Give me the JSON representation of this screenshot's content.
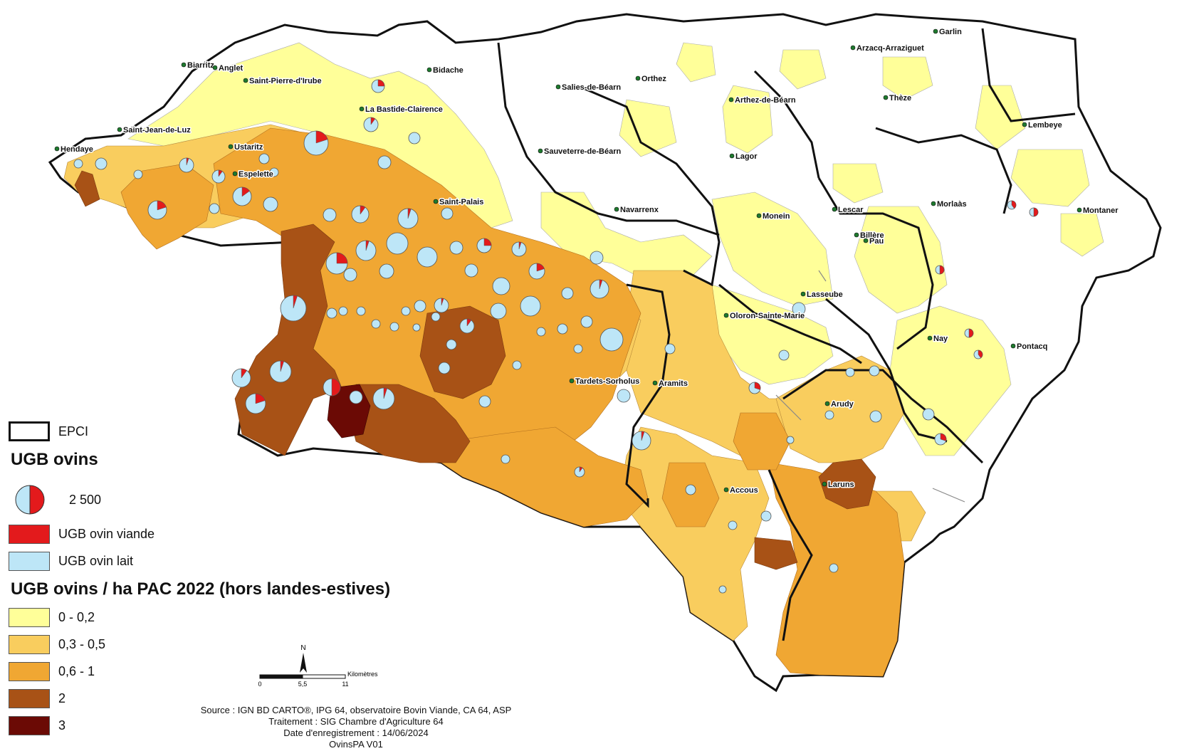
{
  "legend": {
    "epci_label": "EPCI",
    "ugb_title": "UGB ovins",
    "pie_value": "2 500",
    "viande_label": "UGB ovin viande",
    "lait_label": "UGB ovin lait",
    "density_title": "UGB ovins / ha PAC 2022 (hors landes-estives)",
    "classes": [
      {
        "label": "0 - 0,2",
        "color": "#ffff99"
      },
      {
        "label": "0,3 - 0,5",
        "color": "#f9cd5e"
      },
      {
        "label": "0,6 - 1",
        "color": "#f0a733"
      },
      {
        "label": "2",
        "color": "#a85216"
      },
      {
        "label": "3",
        "color": "#6b0a05"
      }
    ],
    "colors": {
      "viande": "#e31a1c",
      "lait": "#bde6f7"
    }
  },
  "scalebar": {
    "ticks": [
      "0",
      "5,5",
      "11"
    ],
    "unit": "Kilomètres",
    "north": "N"
  },
  "source": {
    "line1": "Source : IGN BD CARTO®, IPG 64, observatoire Bovin Viande, CA 64, ASP",
    "line2": "Traitement : SIG Chambre d'Agriculture 64",
    "line3": "Date d'enregistrement : 14/06/2024",
    "line4": "OvinsPA  V01"
  },
  "towns": [
    "Biarritz",
    "Anglet",
    "Bidache",
    "Saint-Pierre-d'Irube",
    "La Bastide-Clairence",
    "Saint-Jean-de-Luz",
    "Ustaritz",
    "Hendaye",
    "Espelette",
    "Saint-Palais",
    "Salies-de-Béarn",
    "Orthez",
    "Sauveterre-de-Béarn",
    "Navarrenx",
    "Arzacq-Arraziguet",
    "Garlin",
    "Arthez-de-Béarn",
    "Thèze",
    "Lembeye",
    "Lagor",
    "Monein",
    "Lescar",
    "Morlaàs",
    "Montaner",
    "Billère",
    "Pau",
    "Lasseube",
    "Oloron-Sainte-Marie",
    "Nay",
    "Pontacq",
    "Tardets-Sorholus",
    "Aramits",
    "Arudy",
    "Laruns",
    "Accous"
  ]
}
